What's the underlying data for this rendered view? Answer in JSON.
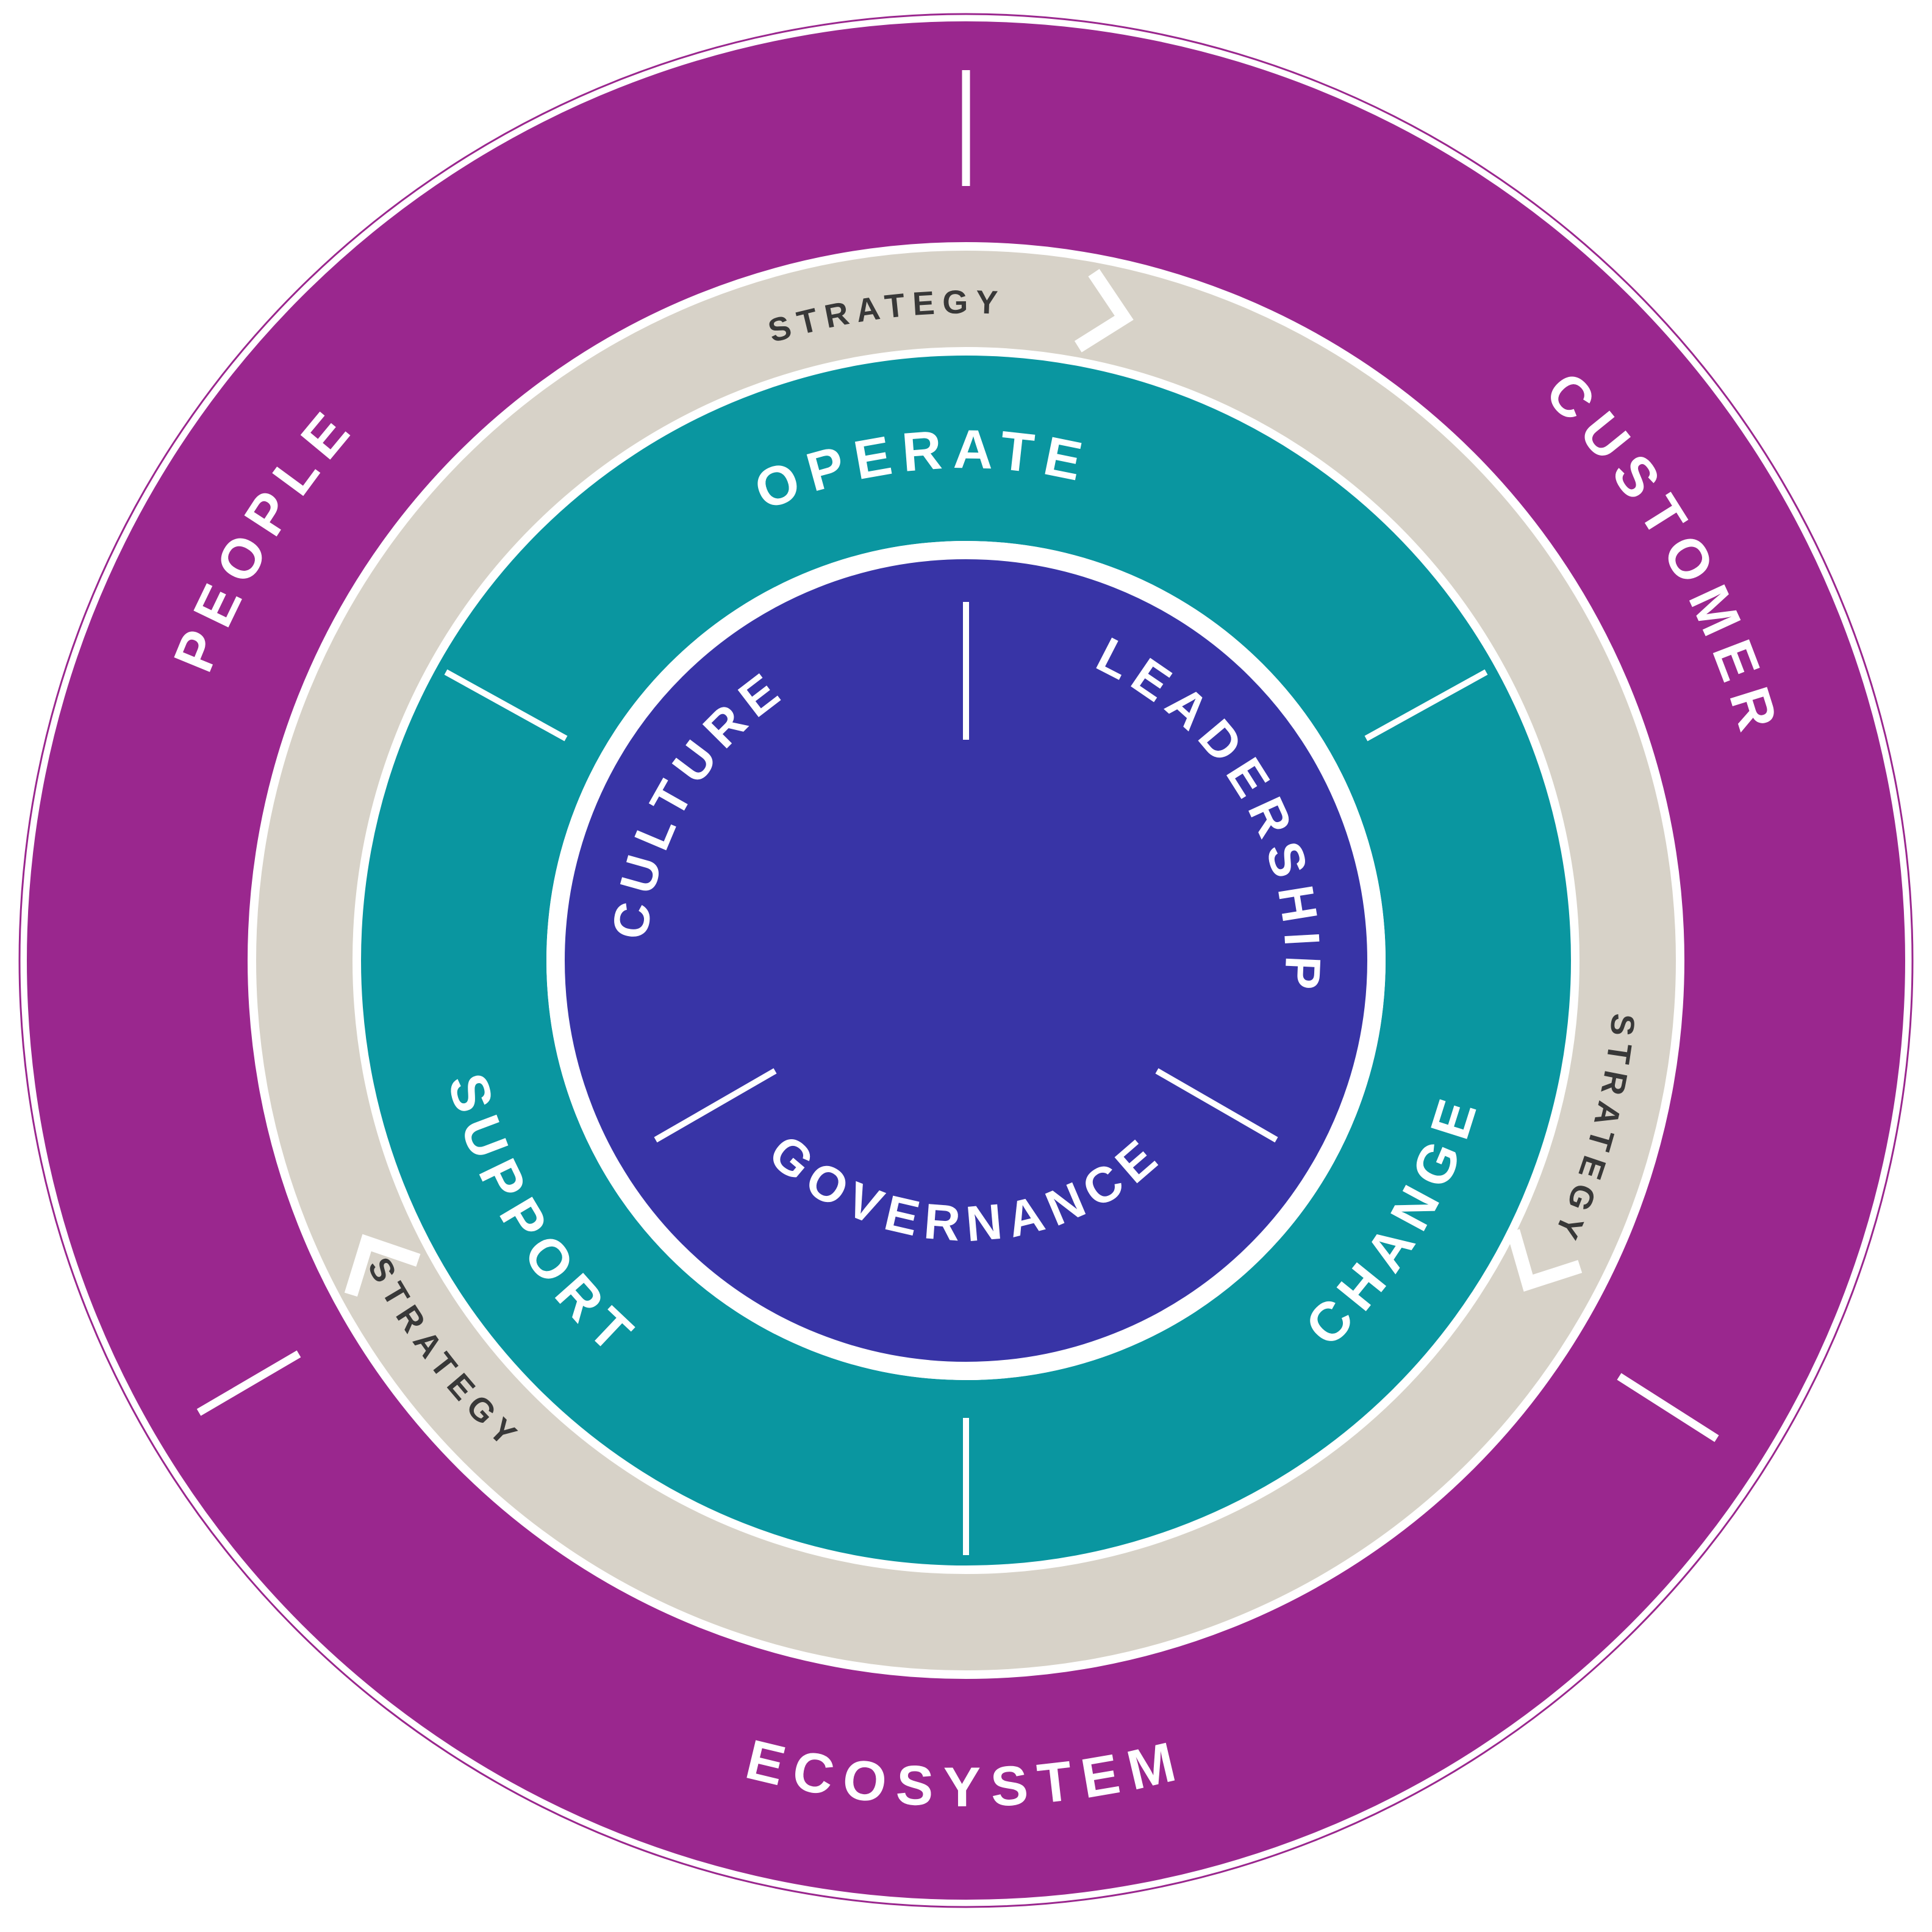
{
  "colors": {
    "outer_ring": "#9A278E",
    "strategy_ring": "#D7D2C8",
    "process_ring": "#0A96A0",
    "core_circle": "#3834A6",
    "label_text": "#FFFFFF",
    "strategy_text": "#383838",
    "divider_tick": "#FFFFFF",
    "background": "#FFFFFF"
  },
  "outer_ring": {
    "people": "PEOPLE",
    "customer": "CUSTOMER",
    "ecosystem": "ECOSYSTEM"
  },
  "strategy_ring": {
    "top": "STRATEGY",
    "right": "STRATEGY",
    "bottom_left": "STRATEGY"
  },
  "process_ring": {
    "operate": "OPERATE",
    "change": "CHANGE",
    "support": "SUPPORT"
  },
  "core_circle": {
    "culture": "CULTURE",
    "leadership": "LEADERSHIP",
    "governance": "GOVERNANCE"
  }
}
